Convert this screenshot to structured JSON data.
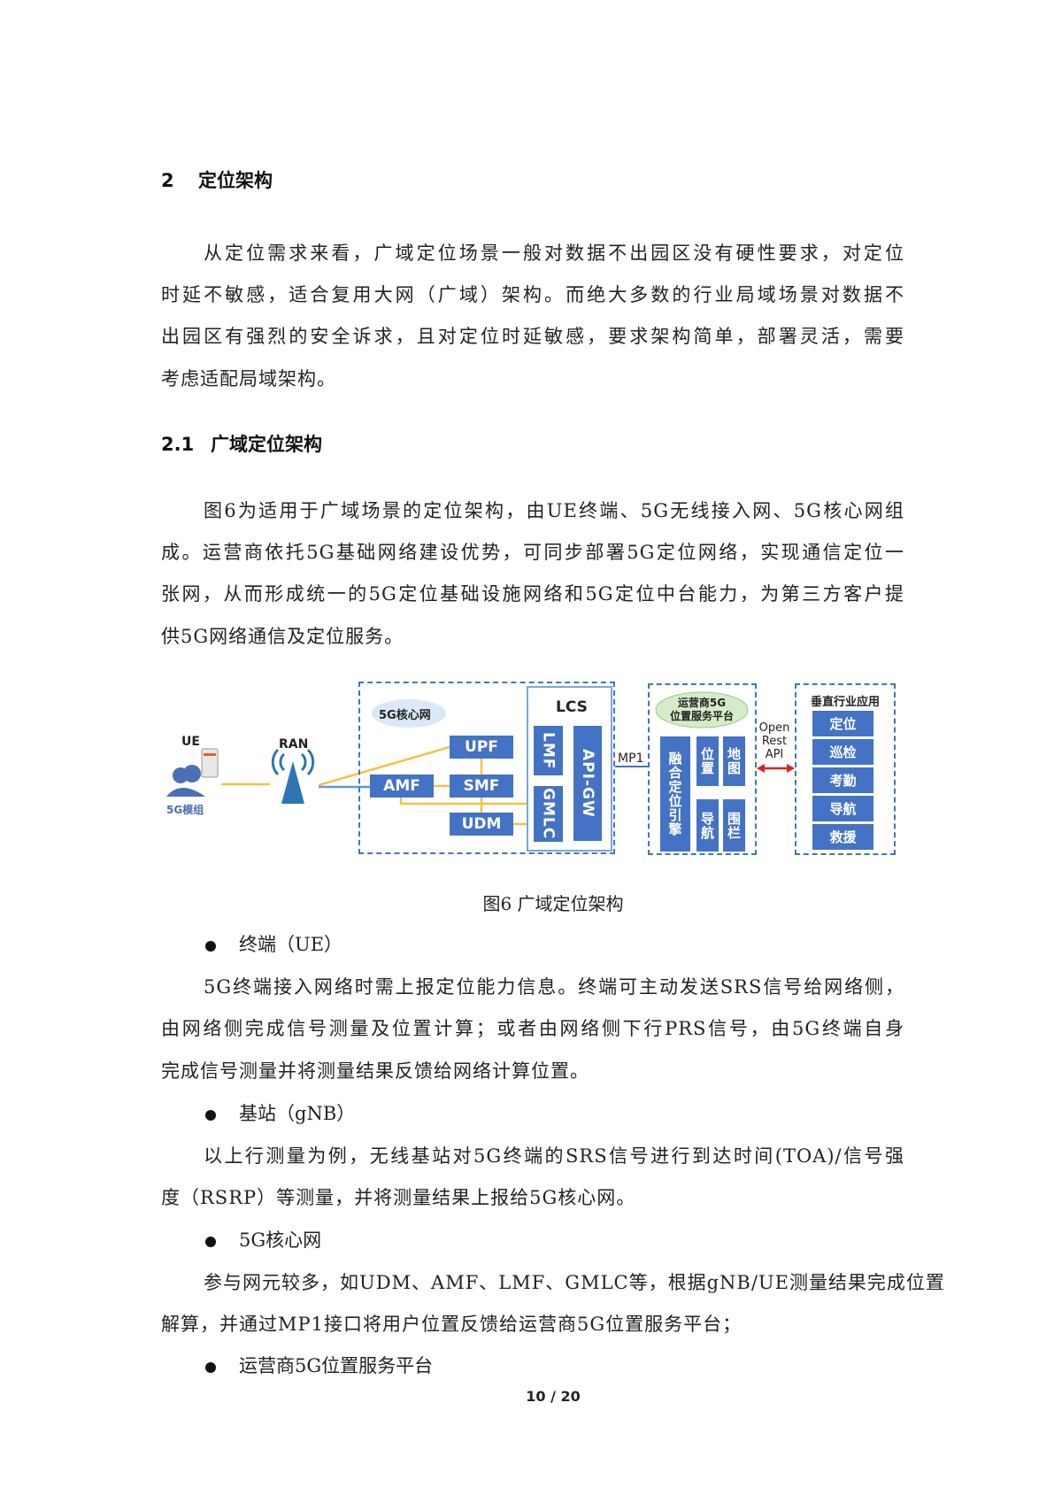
{
  "heading1": {
    "num": "2",
    "title": "定位架构"
  },
  "para1": [
    "从定位需求来看，广域定位场景一般对数据不出园区没有硬性要求，对定位",
    "时延不敏感，适合复用大网（广域）架构。而绝大多数的行业局域场景对数据不",
    "出园区有强烈的安全诉求，且对定位时延敏感，要求架构简单，部署灵活，需要",
    "考虑适配局域架构。"
  ],
  "heading2": {
    "num": "2.1",
    "title": "广域定位架构"
  },
  "para2": [
    "图6为适用于广域场景的定位架构，由UE终端、5G无线接入网、5G核心网组",
    "成。运营商依托5G基础网络建设优势，可同步部署5G定位网络，实现通信定位一",
    "张网，从而形成统一的5G定位基础设施网络和5G定位中台能力，为第三方客户提",
    "供5G网络通信及定位服务。"
  ],
  "diagram": {
    "ue": "UE",
    "ue_module": "5G模组",
    "ran": "RAN",
    "core_cloud": "5G核心网",
    "upf": "UPF",
    "amf": "AMF",
    "smf": "SMF",
    "udm": "UDM",
    "lcs": "LCS",
    "lmf": "LMF",
    "gmlc": "GMLC",
    "api_gw": "API-GW",
    "mp1": "MP1",
    "platform_cloud": [
      "运营商5G",
      "位置服务平台"
    ],
    "engine": "融合定位引擎",
    "position": "位置",
    "map": "地图",
    "navigation": "导航",
    "fence": "围栏",
    "open_api": [
      "Open",
      "Rest",
      "API"
    ],
    "vertical_title": "垂直行业应用",
    "vertical_items": [
      "定位",
      "巡检",
      "考勤",
      "导航",
      "救援"
    ],
    "colors": {
      "box": "#4472c4",
      "line": "#f5c242",
      "arrow": "#e02020",
      "cloud_core": "#dbe8f7",
      "cloud_platform": "#d5ecc9"
    }
  },
  "caption": "图6 广域定位架构",
  "sections": [
    {
      "bullet": "终端（UE）",
      "lines": [
        "5G终端接入网络时需上报定位能力信息。终端可主动发送SRS信号给网络侧，",
        "由网络侧完成信号测量及位置计算；或者由网络侧下行PRS信号，由5G终端自身",
        "完成信号测量并将测量结果反馈给网络计算位置。"
      ]
    },
    {
      "bullet": "基站（gNB）",
      "lines": [
        "以上行测量为例，无线基站对5G终端的SRS信号进行到达时间(TOA)/信号强",
        "度（RSRP）等测量，并将测量结果上报给5G核心网。"
      ]
    },
    {
      "bullet": "5G核心网",
      "lines": [
        "参与网元较多，如UDM、AMF、LMF、GMLC等，根据gNB/UE测量结果完成位置",
        "解算，并通过MP1接口将用户位置反馈给运营商5G位置服务平台；"
      ]
    },
    {
      "bullet": "运营商5G位置服务平台",
      "lines": []
    }
  ],
  "page_number": "10 / 20"
}
